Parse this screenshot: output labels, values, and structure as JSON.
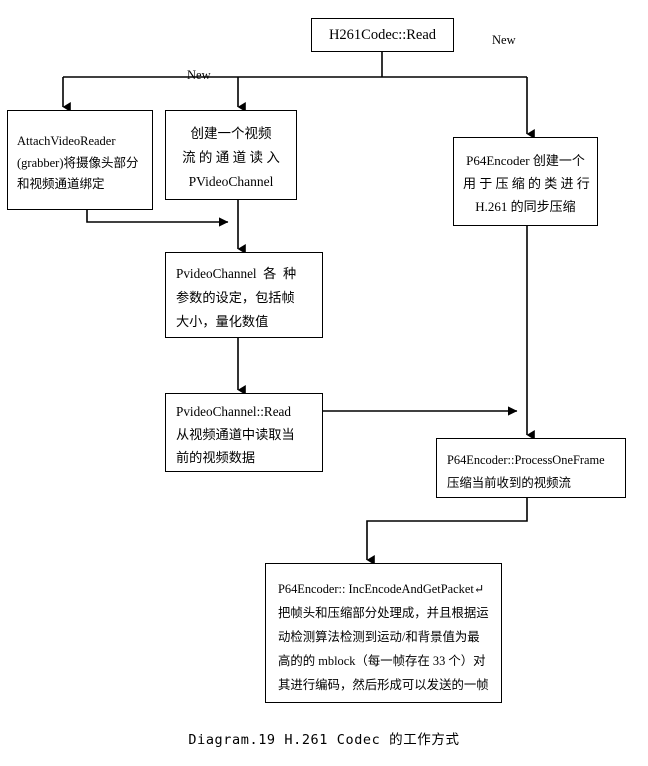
{
  "diagram": {
    "caption": "Diagram.19 H.261 Codec 的工作方式",
    "edge_labels": {
      "new_left": "New",
      "new_right": "New"
    },
    "nodes": {
      "read": {
        "lines": [
          "H261Codec::Read"
        ]
      },
      "attach_video_reader": {
        "lines": [
          "AttachVideoReader",
          "(grabber)将摄像头部分",
          "和视频通道绑定"
        ]
      },
      "create_channel": {
        "lines": [
          "创建一个视频",
          "流 的 通 道 读 入",
          "PVideoChannel"
        ]
      },
      "p64encoder": {
        "lines": [
          "P64Encoder 创建一个",
          "用 于 压 缩 的 类 进 行",
          "H.261 的同步压缩"
        ]
      },
      "channel_params": {
        "lines": [
          "PvideoChannel  各  种",
          "参数的设定，包括帧",
          "大小，量化数值"
        ]
      },
      "channel_read": {
        "lines": [
          "PvideoChannel::Read",
          "从视频通道中读取当",
          "前的视频数据"
        ]
      },
      "process_one_frame": {
        "lines": [
          "P64Encoder::ProcessOneFrame",
          "压缩当前收到的视频流"
        ]
      },
      "inc_encode": {
        "lines": [
          "P64Encoder:: IncEncodeAndGetPacket↵",
          "把帧头和压缩部分处理成，并且根据运",
          "动检测算法检测到运动/和背景值为最",
          "高的的 mblock（每一帧存在 33 个）对",
          "其进行编码，然后形成可以发送的一帧"
        ]
      }
    },
    "colors": {
      "stroke": "#000000",
      "background": "#ffffff",
      "text": "#000000"
    }
  }
}
